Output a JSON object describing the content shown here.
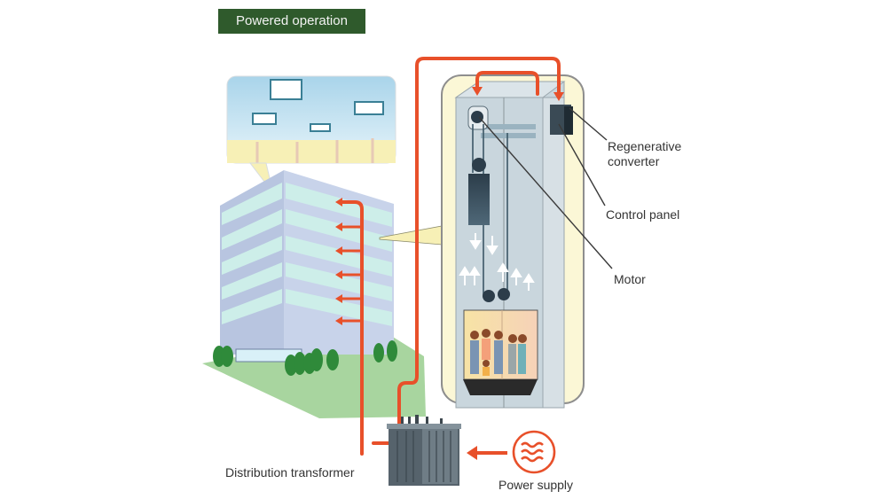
{
  "title": "Powered operation",
  "labels": {
    "regenerative_converter_line1": "Regenerative",
    "regenerative_converter_line2": "converter",
    "control_panel": "Control panel",
    "motor": "Motor",
    "distribution_transformer": "Distribution transformer",
    "power_supply": "Power supply"
  },
  "components": [
    "office-building",
    "ceiling-lighting-callout",
    "elevator-shaft",
    "counterweight",
    "elevator-car-with-passengers",
    "motor",
    "control-panel",
    "regenerative-converter",
    "distribution-transformer",
    "power-supply"
  ],
  "colors": {
    "title_bg": "#2f5a2c",
    "power_flow": "#e8502a",
    "shaft_bg": "#fbf7d6",
    "building": "#a7b6d6",
    "glass": "#bfe3e6"
  },
  "power_flow": {
    "direction": "power-supply -> transformer -> building floors and elevator control panel"
  }
}
